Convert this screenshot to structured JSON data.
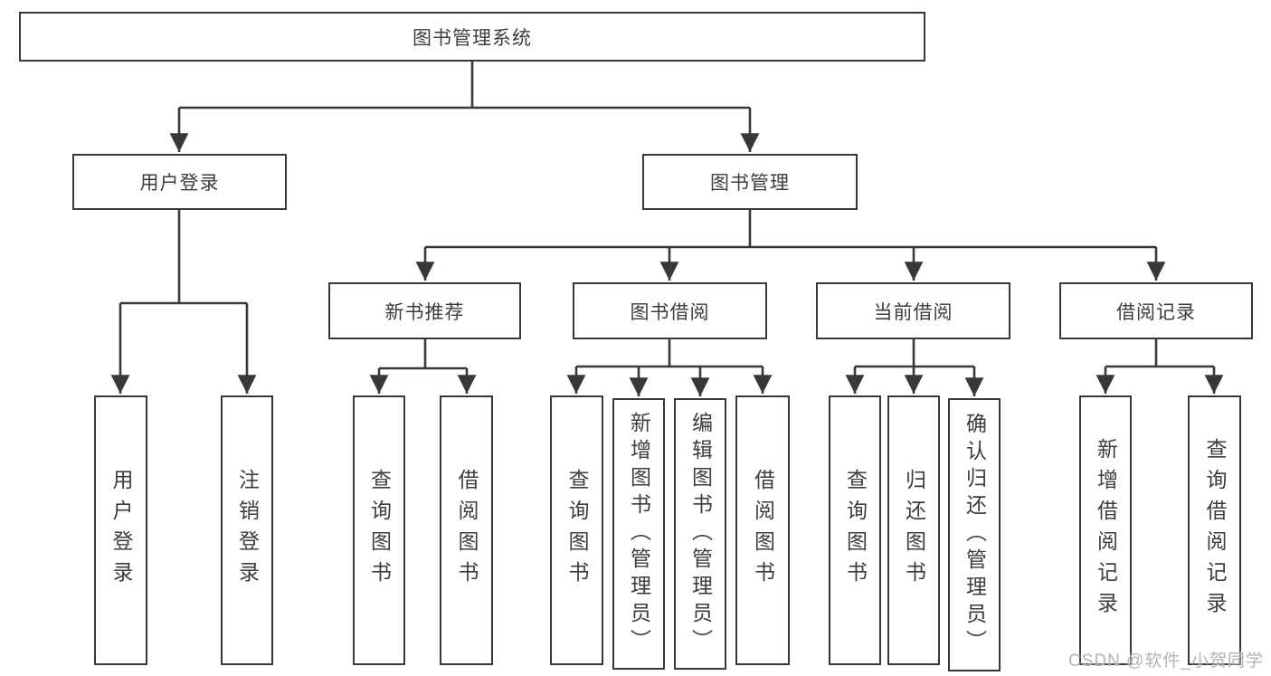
{
  "colors": {
    "border": "#383838",
    "text": "#3d3d3d",
    "watermark": "#b3b3b3",
    "background": "#ffffff"
  },
  "watermark": "CSDN @软件_小贺同学",
  "diagram": {
    "root": {
      "label": "图书管理系统"
    },
    "level2": [
      {
        "label": "用户登录"
      },
      {
        "label": "图书管理"
      }
    ],
    "level3": [
      {
        "label": "新书推荐"
      },
      {
        "label": "图书借阅"
      },
      {
        "label": "当前借阅"
      },
      {
        "label": "借阅记录"
      }
    ],
    "leaves": {
      "user_login": [
        {
          "label": "用户登录"
        },
        {
          "label": "注销登录"
        }
      ],
      "new_book": [
        {
          "label": "查询图书"
        },
        {
          "label": "借阅图书"
        }
      ],
      "book_borrow": [
        {
          "label": "查询图书"
        },
        {
          "label": "新增图书（管理员）"
        },
        {
          "label": "编辑图书（管理员）"
        },
        {
          "label": "借阅图书"
        }
      ],
      "current_borrow": [
        {
          "label": "查询图书"
        },
        {
          "label": "归还图书"
        },
        {
          "label": "确认归还（管理员）"
        }
      ],
      "borrow_record": [
        {
          "label": "新增借阅记录"
        },
        {
          "label": "查询借阅记录"
        }
      ]
    }
  }
}
